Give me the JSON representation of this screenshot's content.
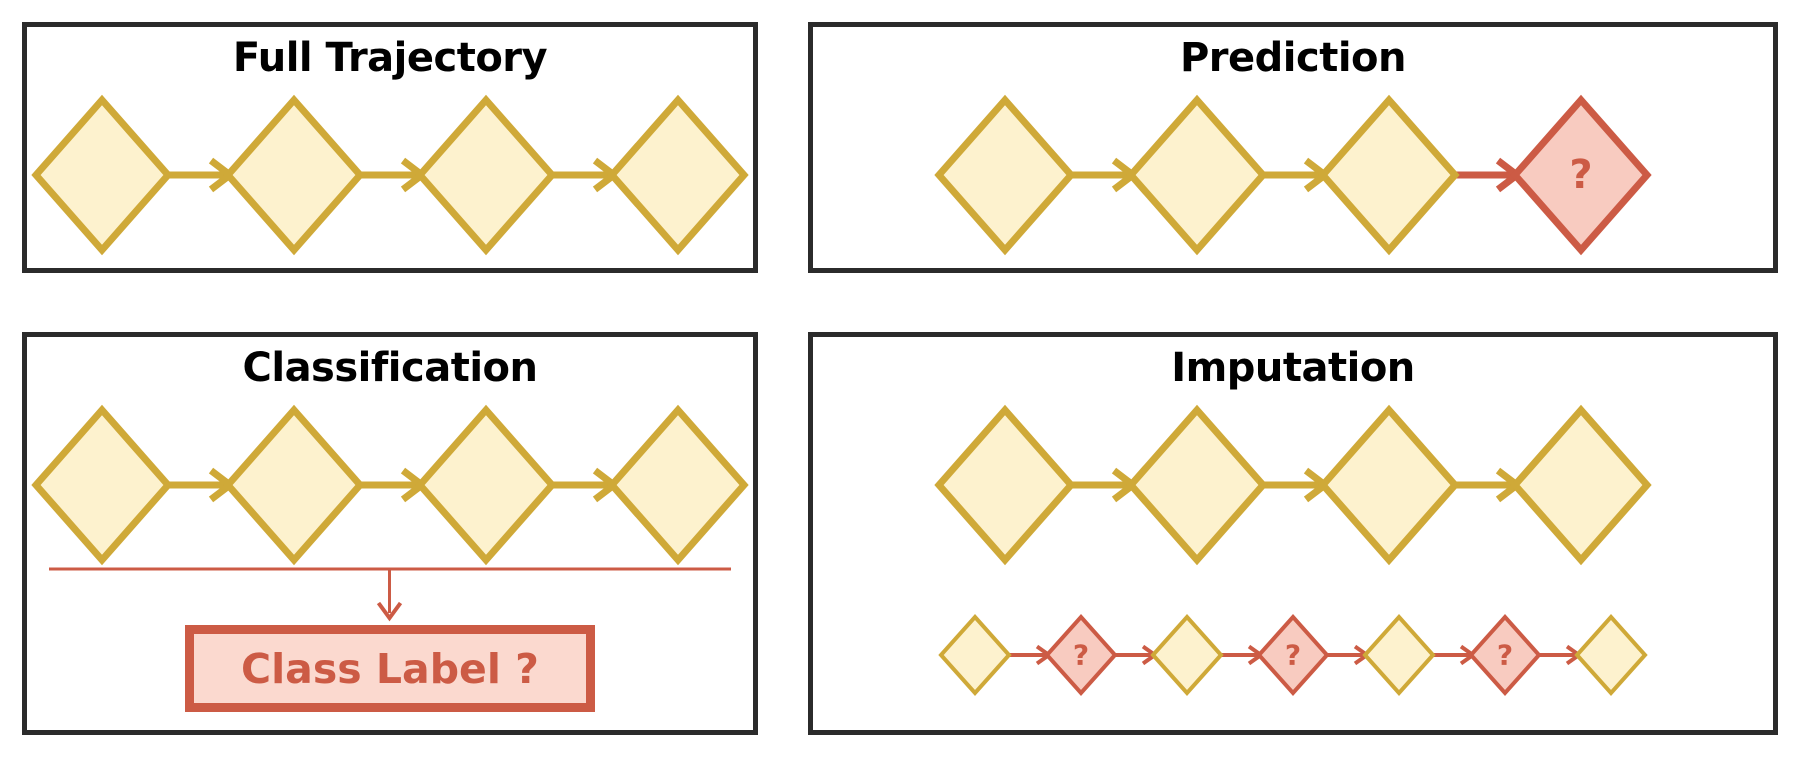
{
  "figure": {
    "title_row_fontsize": 40,
    "background": "#ffffff",
    "panel_border_color": "#2b2b2b"
  },
  "colors": {
    "node_fill": "#FDF2CE",
    "node_stroke": "#CFA938",
    "arrow": "#CFA938",
    "missing_fill": "#F8CBC0",
    "missing_stroke": "#CC5B45",
    "missing_arrow": "#CC5B45",
    "label_text": "#CC5B45",
    "panel_border": "#2b2b2b",
    "title_text": "#000000"
  },
  "panels": [
    {
      "id": "full-trajectory",
      "title": "Full Trajectory",
      "rows": [
        {
          "id": "observed-sequence",
          "nodes": [
            {
              "label": "",
              "state": "observed"
            },
            {
              "label": "",
              "state": "observed"
            },
            {
              "label": "",
              "state": "observed"
            },
            {
              "label": "",
              "state": "observed"
            }
          ],
          "arrows": [
            "observed",
            "observed",
            "observed"
          ]
        }
      ]
    },
    {
      "id": "prediction",
      "title": "Prediction",
      "rows": [
        {
          "id": "prediction-sequence",
          "nodes": [
            {
              "label": "",
              "state": "observed"
            },
            {
              "label": "",
              "state": "observed"
            },
            {
              "label": "",
              "state": "observed"
            },
            {
              "label": "?",
              "state": "missing"
            }
          ],
          "arrows": [
            "observed",
            "observed",
            "missing"
          ]
        }
      ]
    },
    {
      "id": "classification",
      "title": "Classification",
      "rows": [
        {
          "id": "classification-sequence",
          "nodes": [
            {
              "label": "",
              "state": "observed"
            },
            {
              "label": "",
              "state": "observed"
            },
            {
              "label": "",
              "state": "observed"
            },
            {
              "label": "",
              "state": "observed"
            }
          ],
          "arrows": [
            "observed",
            "observed",
            "observed"
          ]
        }
      ],
      "class_label": {
        "text": "Class Label ?",
        "bracket": true
      }
    },
    {
      "id": "imputation",
      "title": "Imputation",
      "rows": [
        {
          "id": "imputation-top-sequence",
          "nodes": [
            {
              "label": "",
              "state": "observed"
            },
            {
              "label": "",
              "state": "observed"
            },
            {
              "label": "",
              "state": "observed"
            },
            {
              "label": "",
              "state": "observed"
            }
          ],
          "arrows": [
            "observed",
            "observed",
            "observed"
          ]
        },
        {
          "id": "imputation-bottom-sequence",
          "nodes": [
            {
              "label": "",
              "state": "observed"
            },
            {
              "label": "?",
              "state": "missing"
            },
            {
              "label": "",
              "state": "observed"
            },
            {
              "label": "?",
              "state": "missing"
            },
            {
              "label": "",
              "state": "observed"
            },
            {
              "label": "?",
              "state": "missing"
            },
            {
              "label": "",
              "state": "observed"
            }
          ],
          "arrows": [
            "missing",
            "missing",
            "missing",
            "missing",
            "missing",
            "missing"
          ]
        }
      ]
    }
  ]
}
